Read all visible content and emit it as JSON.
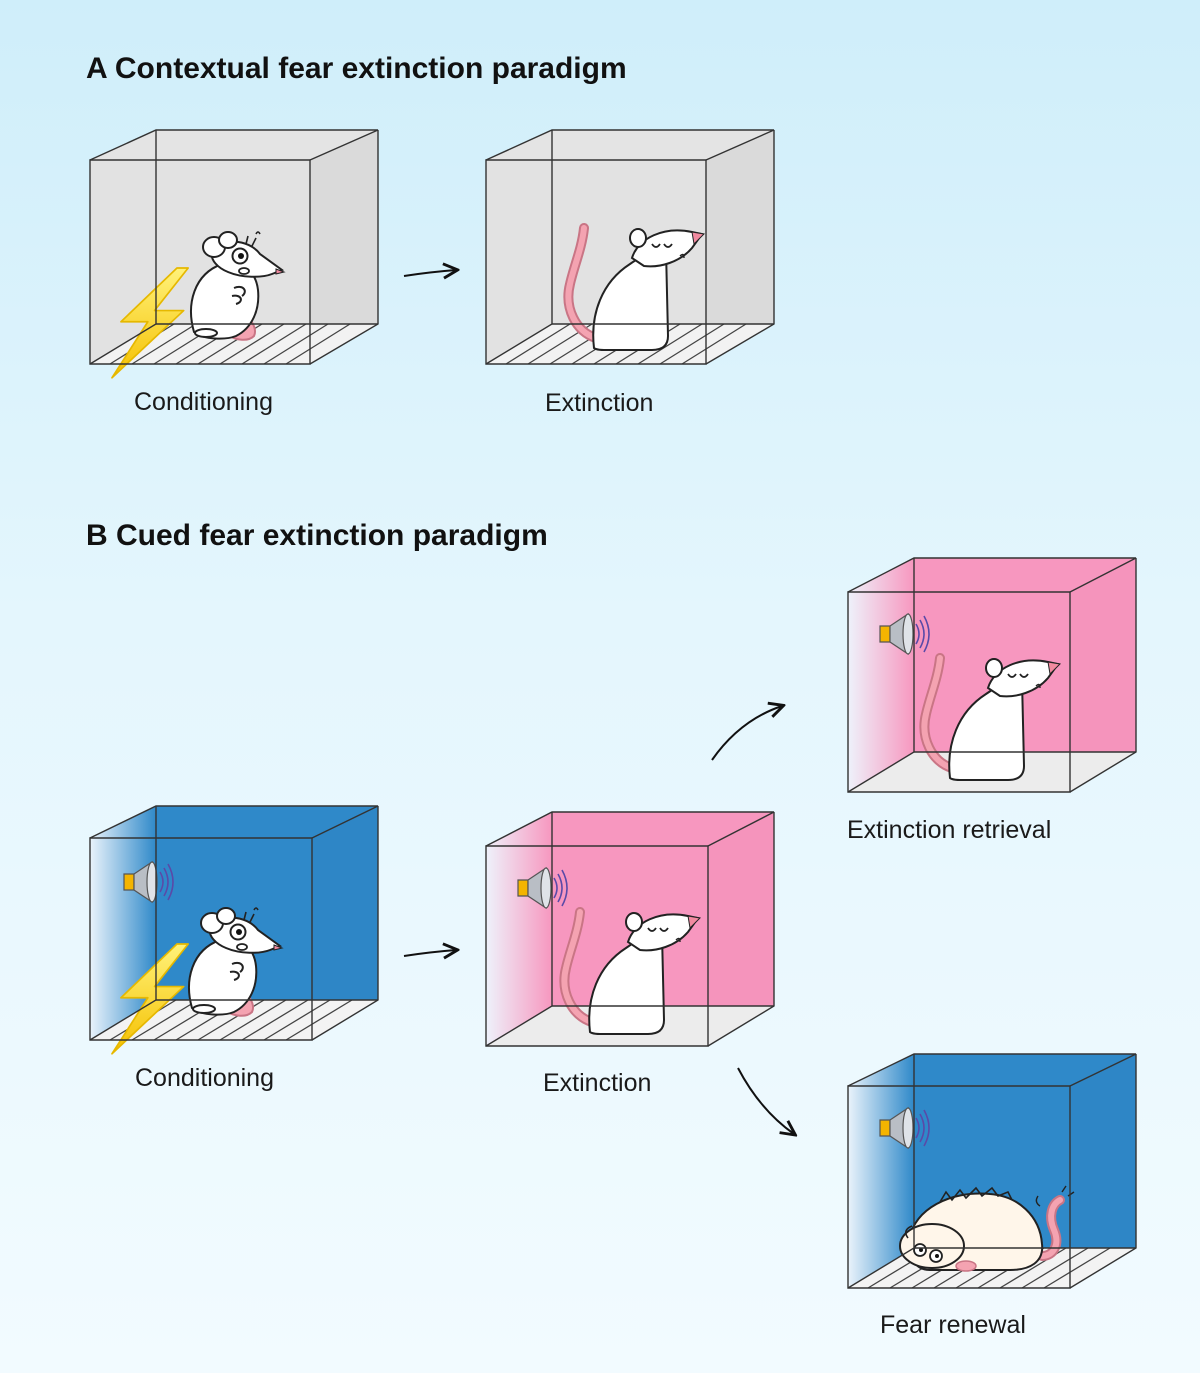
{
  "panel_a": {
    "title": "A Contextual fear extinction paradigm",
    "steps": [
      {
        "label": "Conditioning",
        "wall_color": "#e3e3e3",
        "floor": "grid",
        "mouse_state": "scared",
        "shock": true,
        "tone": false
      },
      {
        "label": "Extinction",
        "wall_color": "#e3e3e3",
        "floor": "grid",
        "mouse_state": "calm",
        "shock": false,
        "tone": false
      }
    ]
  },
  "panel_b": {
    "title": "B Cued fear extinction paradigm",
    "steps": [
      {
        "label": "Conditioning",
        "wall_color": "#2f89c9",
        "floor": "grid",
        "mouse_state": "scared",
        "shock": true,
        "tone": true
      },
      {
        "label": "Extinction",
        "wall_color": "#f797bf",
        "floor": "smooth",
        "mouse_state": "calm",
        "shock": false,
        "tone": true
      },
      {
        "label": "Extinction retrieval",
        "wall_color": "#f797bf",
        "floor": "smooth",
        "mouse_state": "calm",
        "shock": false,
        "tone": true
      },
      {
        "label": "Fear renewal",
        "wall_color": "#2f89c9",
        "floor": "grid",
        "mouse_state": "freezing",
        "shock": false,
        "tone": true
      }
    ]
  },
  "icons": [
    "lightning-bolt-icon",
    "speaker-icon",
    "arrow-right-icon",
    "arrow-curved-up-icon",
    "arrow-curved-down-icon"
  ]
}
